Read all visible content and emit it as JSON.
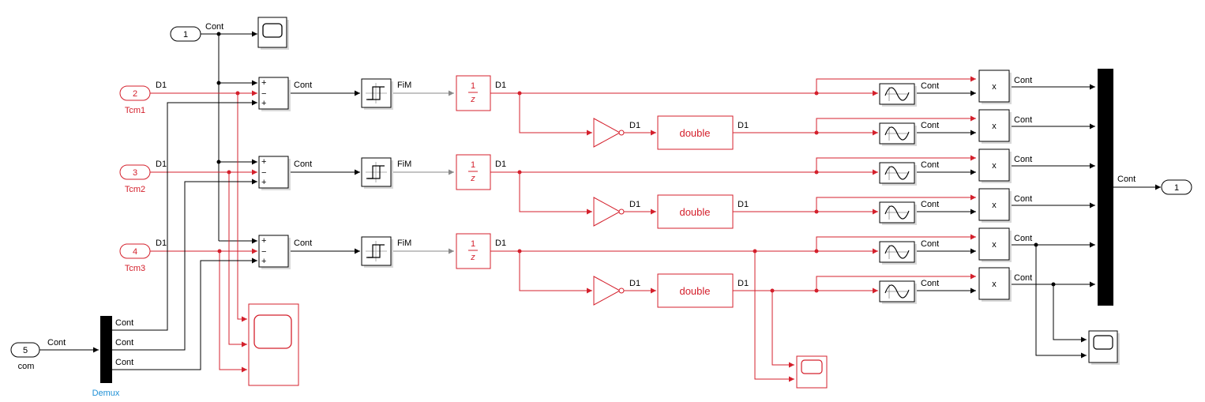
{
  "ports": {
    "in1": "1",
    "in2": "2",
    "in3": "3",
    "in4": "4",
    "in5": "5",
    "out1": "1"
  },
  "port_labels": {
    "tcm1": "Tcm1",
    "tcm2": "Tcm2",
    "tcm3": "Tcm3",
    "com": "com",
    "demux": "Demux"
  },
  "signal_labels": {
    "cont": "Cont",
    "d1": "D1",
    "fim": "FiM"
  },
  "block_text": {
    "double": "double",
    "product": "x",
    "sum_plus": "+",
    "sum_minus": "−",
    "delay_num": "1",
    "delay_den": "z"
  },
  "colors": {
    "sample_time_red": "#d4202c",
    "continuous_black": "#000000",
    "fim_gray": "#888888",
    "demux_label_blue": "#1e90d6"
  },
  "icons": {
    "scope": "scope-icon",
    "relay": "relay-icon",
    "sine": "sine-wave-icon"
  }
}
